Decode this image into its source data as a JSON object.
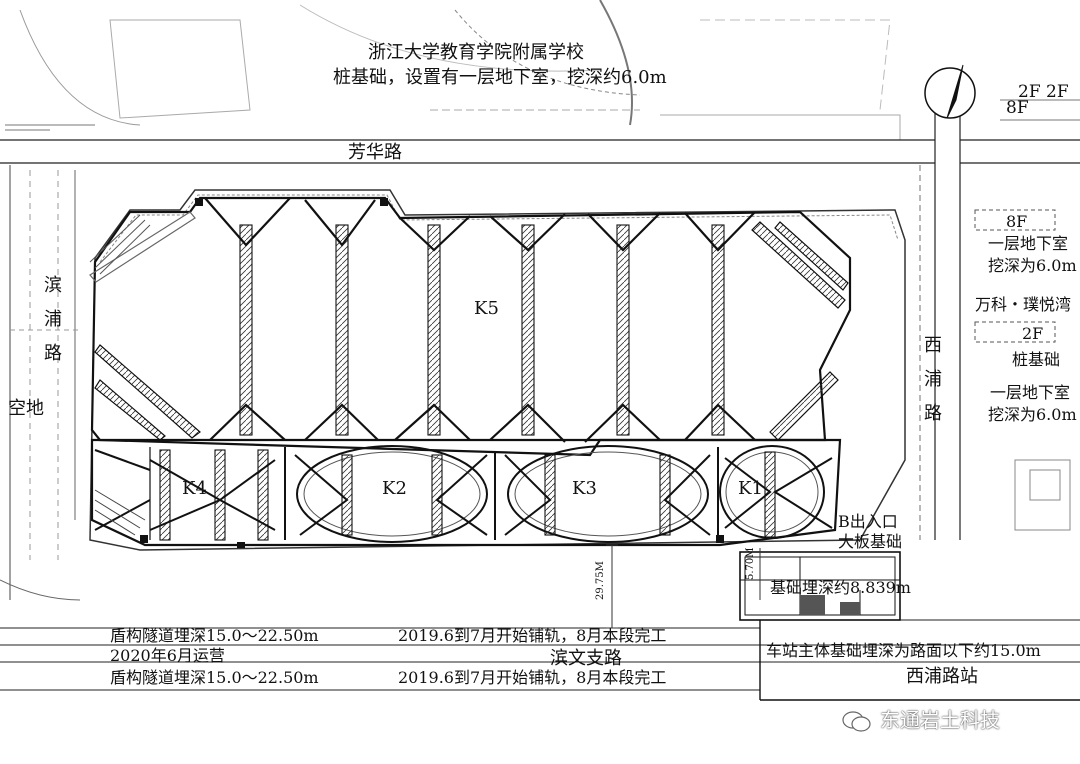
{
  "labels": {
    "school_name": "浙江大学教育学院附属学校",
    "school_note": "桩基础，设置有一层地下室，挖深约6.0m",
    "road_north": "芳华路",
    "road_west": "滨浦路",
    "vacant_land": "空地",
    "road_east": "西浦路",
    "road_south": "滨文支路",
    "floor_2f_a": "2F",
    "floor_2f_b": "2F",
    "floor_8f_a": "8F",
    "floor_8f_b": "8F",
    "floor_2f_c": "2F",
    "east_basement": "一层地下室",
    "east_depth": "挖深为6.0m",
    "east_complex": "万科・璞悦湾",
    "east_pile": "桩基础",
    "east_basement2": "一层地下室",
    "east_depth2": "挖深为6.0m",
    "pit_k1": "K1",
    "pit_k2": "K2",
    "pit_k3": "K3",
    "pit_k4": "K4",
    "pit_k5": "K5",
    "exit_b": "B出入口",
    "exit_raft": "大板基础",
    "exit_depth": "基础埋深约8.839m",
    "dim_2975": "29.75M",
    "dim_570": "5.70M",
    "tunnel_1": "盾构隧道埋深15.0～22.50m",
    "track_1": "2019.6到7月开始铺轨，8月本段完工",
    "operation": "2020年6月运营",
    "tunnel_2": "盾构隧道埋深15.0～22.50m",
    "track_2": "2019.6到7月开始铺轨，8月本段完工",
    "station_depth": "车站主体基础埋深为路面以下约15.0m",
    "station_name": "西浦路站",
    "watermark": "东通岩土科技"
  },
  "icons": {
    "north_arrow": "north-arrow-icon",
    "watermark_logo": "wechat-icon"
  }
}
